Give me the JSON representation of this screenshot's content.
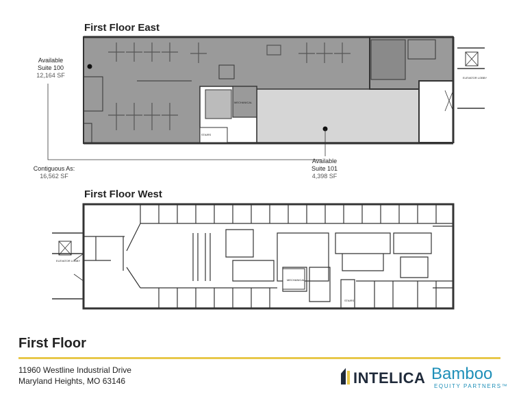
{
  "floor_east": {
    "title": "First Floor East",
    "suite_100": {
      "label_line1": "Available",
      "label_line2": "Suite 100",
      "area": "12,164 SF"
    },
    "suite_101": {
      "label_line1": "Available",
      "label_line2": "Suite 101",
      "area": "4,398 SF"
    },
    "contiguous": {
      "label": "Contiguous As:",
      "area": "16,562 SF"
    },
    "room_labels": {
      "mechanical": "MECHANICAL",
      "stairs": "STAIRS",
      "elevator_lobby": "ELEVATOR LOBBY"
    }
  },
  "floor_west": {
    "title": "First Floor West",
    "room_labels": {
      "mechanical": "MECHANICAL",
      "stairs": "STAIRS",
      "elevator_lobby": "ELEVATOR LOBBY"
    }
  },
  "footer": {
    "title": "First Floor",
    "address_line1": "11960 Westline Industrial Drive",
    "address_line2": "Maryland Heights, MO 63146",
    "accent_color": "#e8c84a"
  },
  "brands": {
    "intelica": "INTELICA",
    "bamboo": "Bamboo",
    "bamboo_sub": "EQUITY PARTNERS",
    "trademark": "™"
  },
  "colors": {
    "suite_100_fill": "#9a9a9a",
    "suite_101_fill": "#d6d6d6",
    "wall": "#333333",
    "accent": "#e8c84a",
    "bamboo_blue": "#1e8fb8"
  }
}
